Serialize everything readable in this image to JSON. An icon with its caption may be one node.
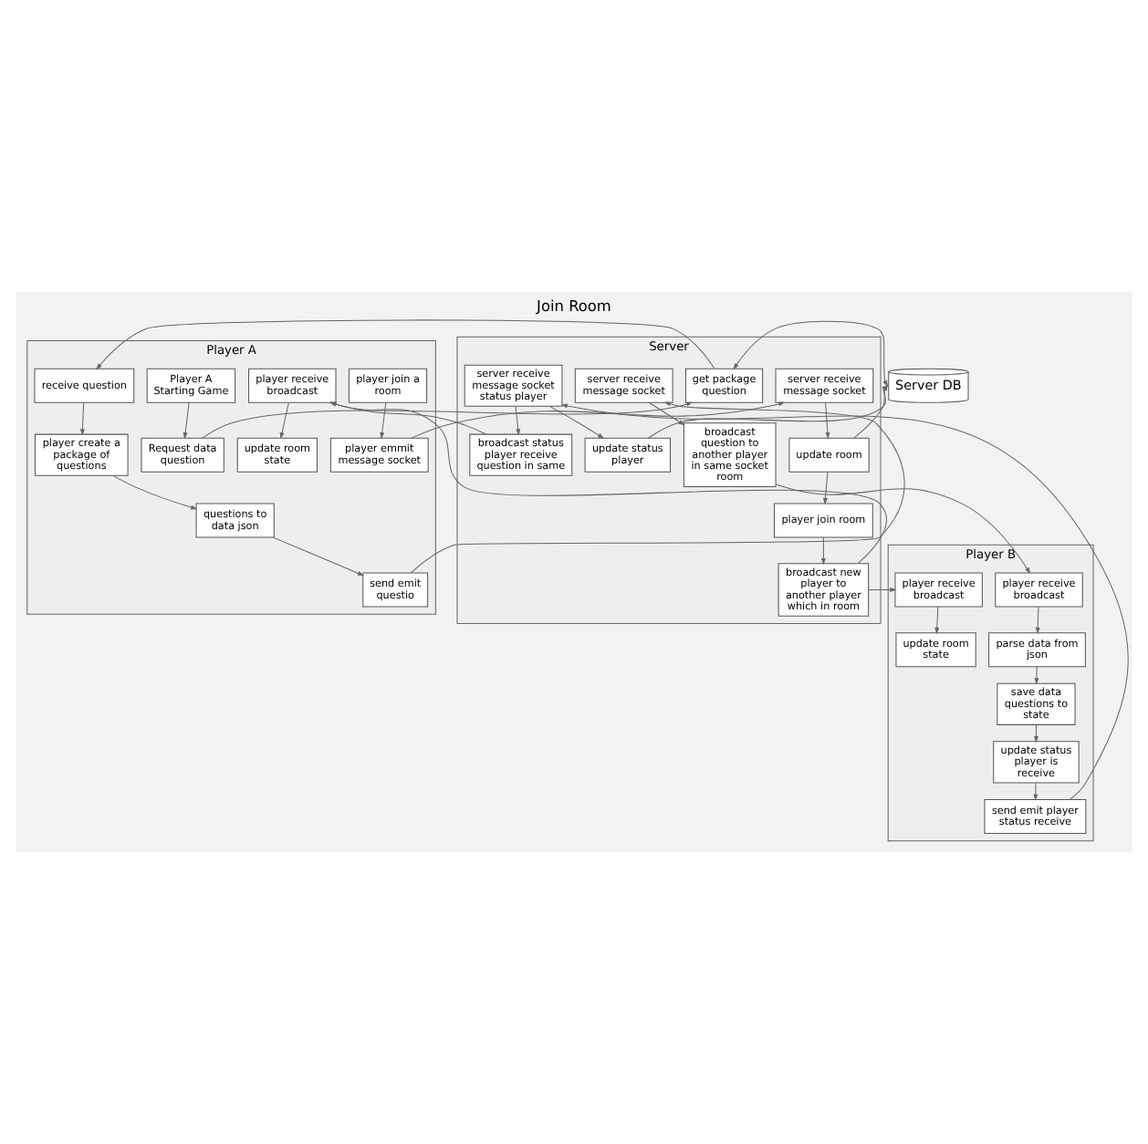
{
  "diagram": {
    "title": "Join Room",
    "nodes": [
      {
        "text": [
          "Player A"
        ]
      },
      {
        "text": [
          "player join a room"
        ],
        "in": 0
      },
      {
        "text": [
          "player emmit message socket"
        ],
        "in": 0
      },
      {
        "text": [
          "update room state"
        ],
        "in": 0
      },
      {
        "text": [
          "player receive broadcast"
        ],
        "in": 0
      },
      {
        "text": [
          "Player A Starting Game"
        ],
        "in": 0
      },
      {
        "text": [
          "Request data question"
        ],
        "in": 0
      },
      {
        "text": [
          "receive question"
        ],
        "in": 0
      },
      {
        "text": [
          "player create a package of questions"
        ],
        "in": 0
      },
      {
        "text": [
          "questions to data json"
        ],
        "in": 0
      },
      {
        "text": [
          "send emit questio"
        ],
        "in": 0
      },
      {
        "text": [
          "Server"
        ]
      },
      {
        "text": [
          "server receive message socket"
        ],
        "in": 11
      },
      {
        "text": [
          "update room"
        ],
        "in": 11
      },
      {
        "text": [
          "broadcast new player to another player which in room"
        ],
        "in": 11
      },
      {
        "text": [
          "player join room"
        ],
        "in": 11
      },
      {
        "text": [
          "get package question"
        ],
        "in": 11
      },
      {
        "text": [
          "server receive message socket"
        ],
        "in": 11
      },
      {
        "text": [
          "broadcast question to another player in same socket room"
        ],
        "in": 11
      },
      {
        "text": [
          "broadcast status player receive question in same"
        ],
        "in": 11
      },
      {
        "text": [
          "server receive message socket status player"
        ],
        "in": 11
      },
      {
        "text": [
          "update status player"
        ],
        "in": 11
      },
      {
        "text": [
          "Server DB"
        ]
      },
      {
        "text": [
          "Player B"
        ]
      },
      {
        "text": [
          "update room state"
        ],
        "in": 23
      },
      {
        "text": [
          "player receive broadcast"
        ],
        "in": 23
      },
      {
        "text": [
          "save data questions to state"
        ],
        "in": 23
      },
      {
        "text": [
          "parse data from json"
        ],
        "in": 23
      },
      {
        "text": [
          "player receive broadcast"
        ],
        "in": 23
      },
      {
        "text": [
          "update status player is receive"
        ],
        "in": 23
      },
      {
        "text": [
          "send emit player status receive"
        ],
        "in": 23
      }
    ],
    "edges": [
      {
        "from": 1,
        "to": 2,
        "arrow": "to"
      },
      {
        "from": 2,
        "to": 12,
        "arrow": "to"
      },
      {
        "from": 12,
        "to": 13,
        "arrow": "to"
      },
      {
        "from": 13,
        "to": 15,
        "arrow": "to"
      },
      {
        "from": 13,
        "to": 22,
        "arrow": "to"
      },
      {
        "from": 15,
        "to": 14,
        "arrow": "to"
      },
      {
        "from": 14,
        "to": 4,
        "arrow": "to"
      },
      {
        "from": 4,
        "to": 3,
        "arrow": "to"
      },
      {
        "from": 14,
        "to": 25,
        "arrow": "to"
      },
      {
        "from": 5,
        "to": 6,
        "arrow": "to"
      },
      {
        "from": 6,
        "to": 16,
        "arrow": "to"
      },
      {
        "from": 16,
        "to": 22,
        "arrow": "both"
      },
      {
        "from": 16,
        "to": 7,
        "arrow": "to"
      },
      {
        "from": 7,
        "to": 8,
        "arrow": "to"
      },
      {
        "from": 8,
        "to": 9,
        "arrow": "to"
      },
      {
        "from": 9,
        "to": 10,
        "arrow": "to"
      },
      {
        "from": 10,
        "to": 17,
        "arrow": "to"
      },
      {
        "from": 17,
        "to": 18,
        "arrow": "to"
      },
      {
        "from": 18,
        "to": 28,
        "arrow": "to"
      },
      {
        "from": 19,
        "to": 4,
        "arrow": "to"
      },
      {
        "from": 25,
        "to": 24,
        "arrow": "to"
      },
      {
        "from": 28,
        "to": 27,
        "arrow": "to"
      },
      {
        "from": 27,
        "to": 26,
        "arrow": "to"
      },
      {
        "from": 26,
        "to": 29,
        "arrow": "to"
      },
      {
        "from": 29,
        "to": 30,
        "arrow": "to"
      },
      {
        "from": 30,
        "to": 20,
        "arrow": "to"
      },
      {
        "from": 20,
        "to": 19,
        "arrow": "to"
      },
      {
        "from": 20,
        "to": 21,
        "arrow": "to"
      },
      {
        "from": 21,
        "to": 22,
        "arrow": "to"
      }
    ]
  }
}
